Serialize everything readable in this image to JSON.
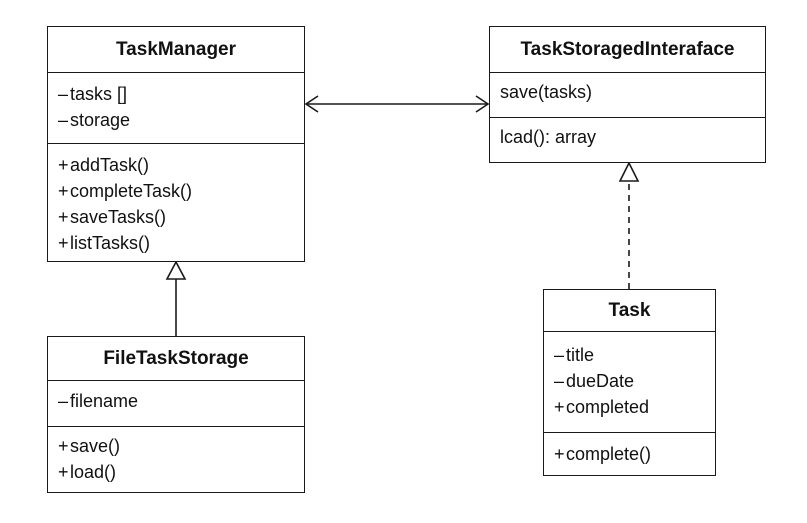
{
  "classes": {
    "task_manager": {
      "name": "TaskManager",
      "attributes": [
        {
          "vis": "–",
          "text": "tasks []"
        },
        {
          "vis": "–",
          "text": "storage"
        }
      ],
      "methods": [
        {
          "vis": "+",
          "text": "addTask()"
        },
        {
          "vis": "+",
          "text": "completeTask()"
        },
        {
          "vis": "+",
          "text": "saveTasks()"
        },
        {
          "vis": "+",
          "text": "listTasks()"
        }
      ]
    },
    "task_storage_interface": {
      "name": "TaskStoragedInteraface",
      "attributes": [
        {
          "vis": "",
          "text": "save(tasks)"
        }
      ],
      "methods": [
        {
          "vis": "",
          "text": "lcad(): array"
        }
      ]
    },
    "file_task_storage": {
      "name": "FileTaskStorage",
      "attributes": [
        {
          "vis": "–",
          "text": "filename"
        }
      ],
      "methods": [
        {
          "vis": "+",
          "text": "save()"
        },
        {
          "vis": "+",
          "text": "load()"
        }
      ]
    },
    "task": {
      "name": "Task",
      "attributes": [
        {
          "vis": "–",
          "text": "title"
        },
        {
          "vis": "–",
          "text": "dueDate"
        },
        {
          "vis": "+",
          "text": "completed"
        }
      ],
      "methods": [
        {
          "vis": "+",
          "text": "complete()"
        }
      ]
    }
  },
  "relationships": [
    {
      "from": "task_manager",
      "to": "task_storage_interface",
      "type": "bidirectional-association"
    },
    {
      "from": "file_task_storage",
      "to": "task_manager",
      "type": "inheritance"
    },
    {
      "from": "task",
      "to": "task_storage_interface",
      "type": "realization"
    }
  ],
  "colors": {
    "line": "#1a1a1a",
    "background": "#ffffff"
  }
}
